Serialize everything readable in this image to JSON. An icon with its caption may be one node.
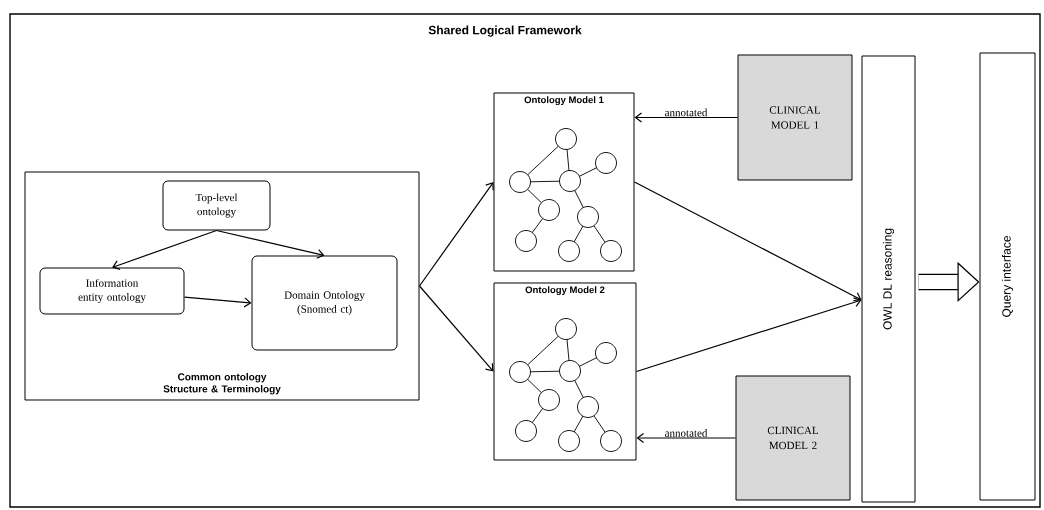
{
  "diagram": {
    "nodes": [
      {
        "text": [
          "Shared Logical Framework"
        ]
      },
      {
        "text": [
          "Common ontology Structure & Terminology"
        ],
        "in": 0
      },
      {
        "text": [
          "Top-level ontology"
        ],
        "in": 1
      },
      {
        "text": [
          "Information entity ontology"
        ],
        "in": 1
      },
      {
        "text": [
          "Domain Ontology (Snomed ct)"
        ],
        "in": 1
      },
      {
        "text": [
          "Ontology Model 1"
        ],
        "in": 0
      },
      {
        "text": [
          "Ontology Model 2"
        ],
        "in": 0
      },
      {
        "text": [
          "CLINICAL MODEL 1"
        ],
        "in": 0
      },
      {
        "text": [
          "CLINICAL MODEL 2"
        ],
        "in": 0
      },
      {
        "text": [
          "OWL DL reasoning"
        ],
        "in": 0
      },
      {
        "text": [
          "Query interface"
        ],
        "in": 0
      }
    ],
    "edges": [
      {
        "from": 2,
        "to": 3,
        "arrow": "to"
      },
      {
        "from": 2,
        "to": 4,
        "arrow": "to"
      },
      {
        "from": 3,
        "to": 4,
        "arrow": "to"
      },
      {
        "from": 1,
        "to": 5,
        "arrow": "to"
      },
      {
        "from": 1,
        "to": 6,
        "arrow": "to"
      },
      {
        "from": 7,
        "to": 5,
        "arrow": "to",
        "label": "annotated"
      },
      {
        "from": 8,
        "to": 6,
        "arrow": "to",
        "label": "annotated"
      },
      {
        "from": 5,
        "to": 9,
        "arrow": "to"
      },
      {
        "from": 6,
        "to": 9,
        "arrow": "to"
      },
      {
        "from": 9,
        "to": 10,
        "arrow": "to",
        "style": "thick"
      }
    ]
  }
}
